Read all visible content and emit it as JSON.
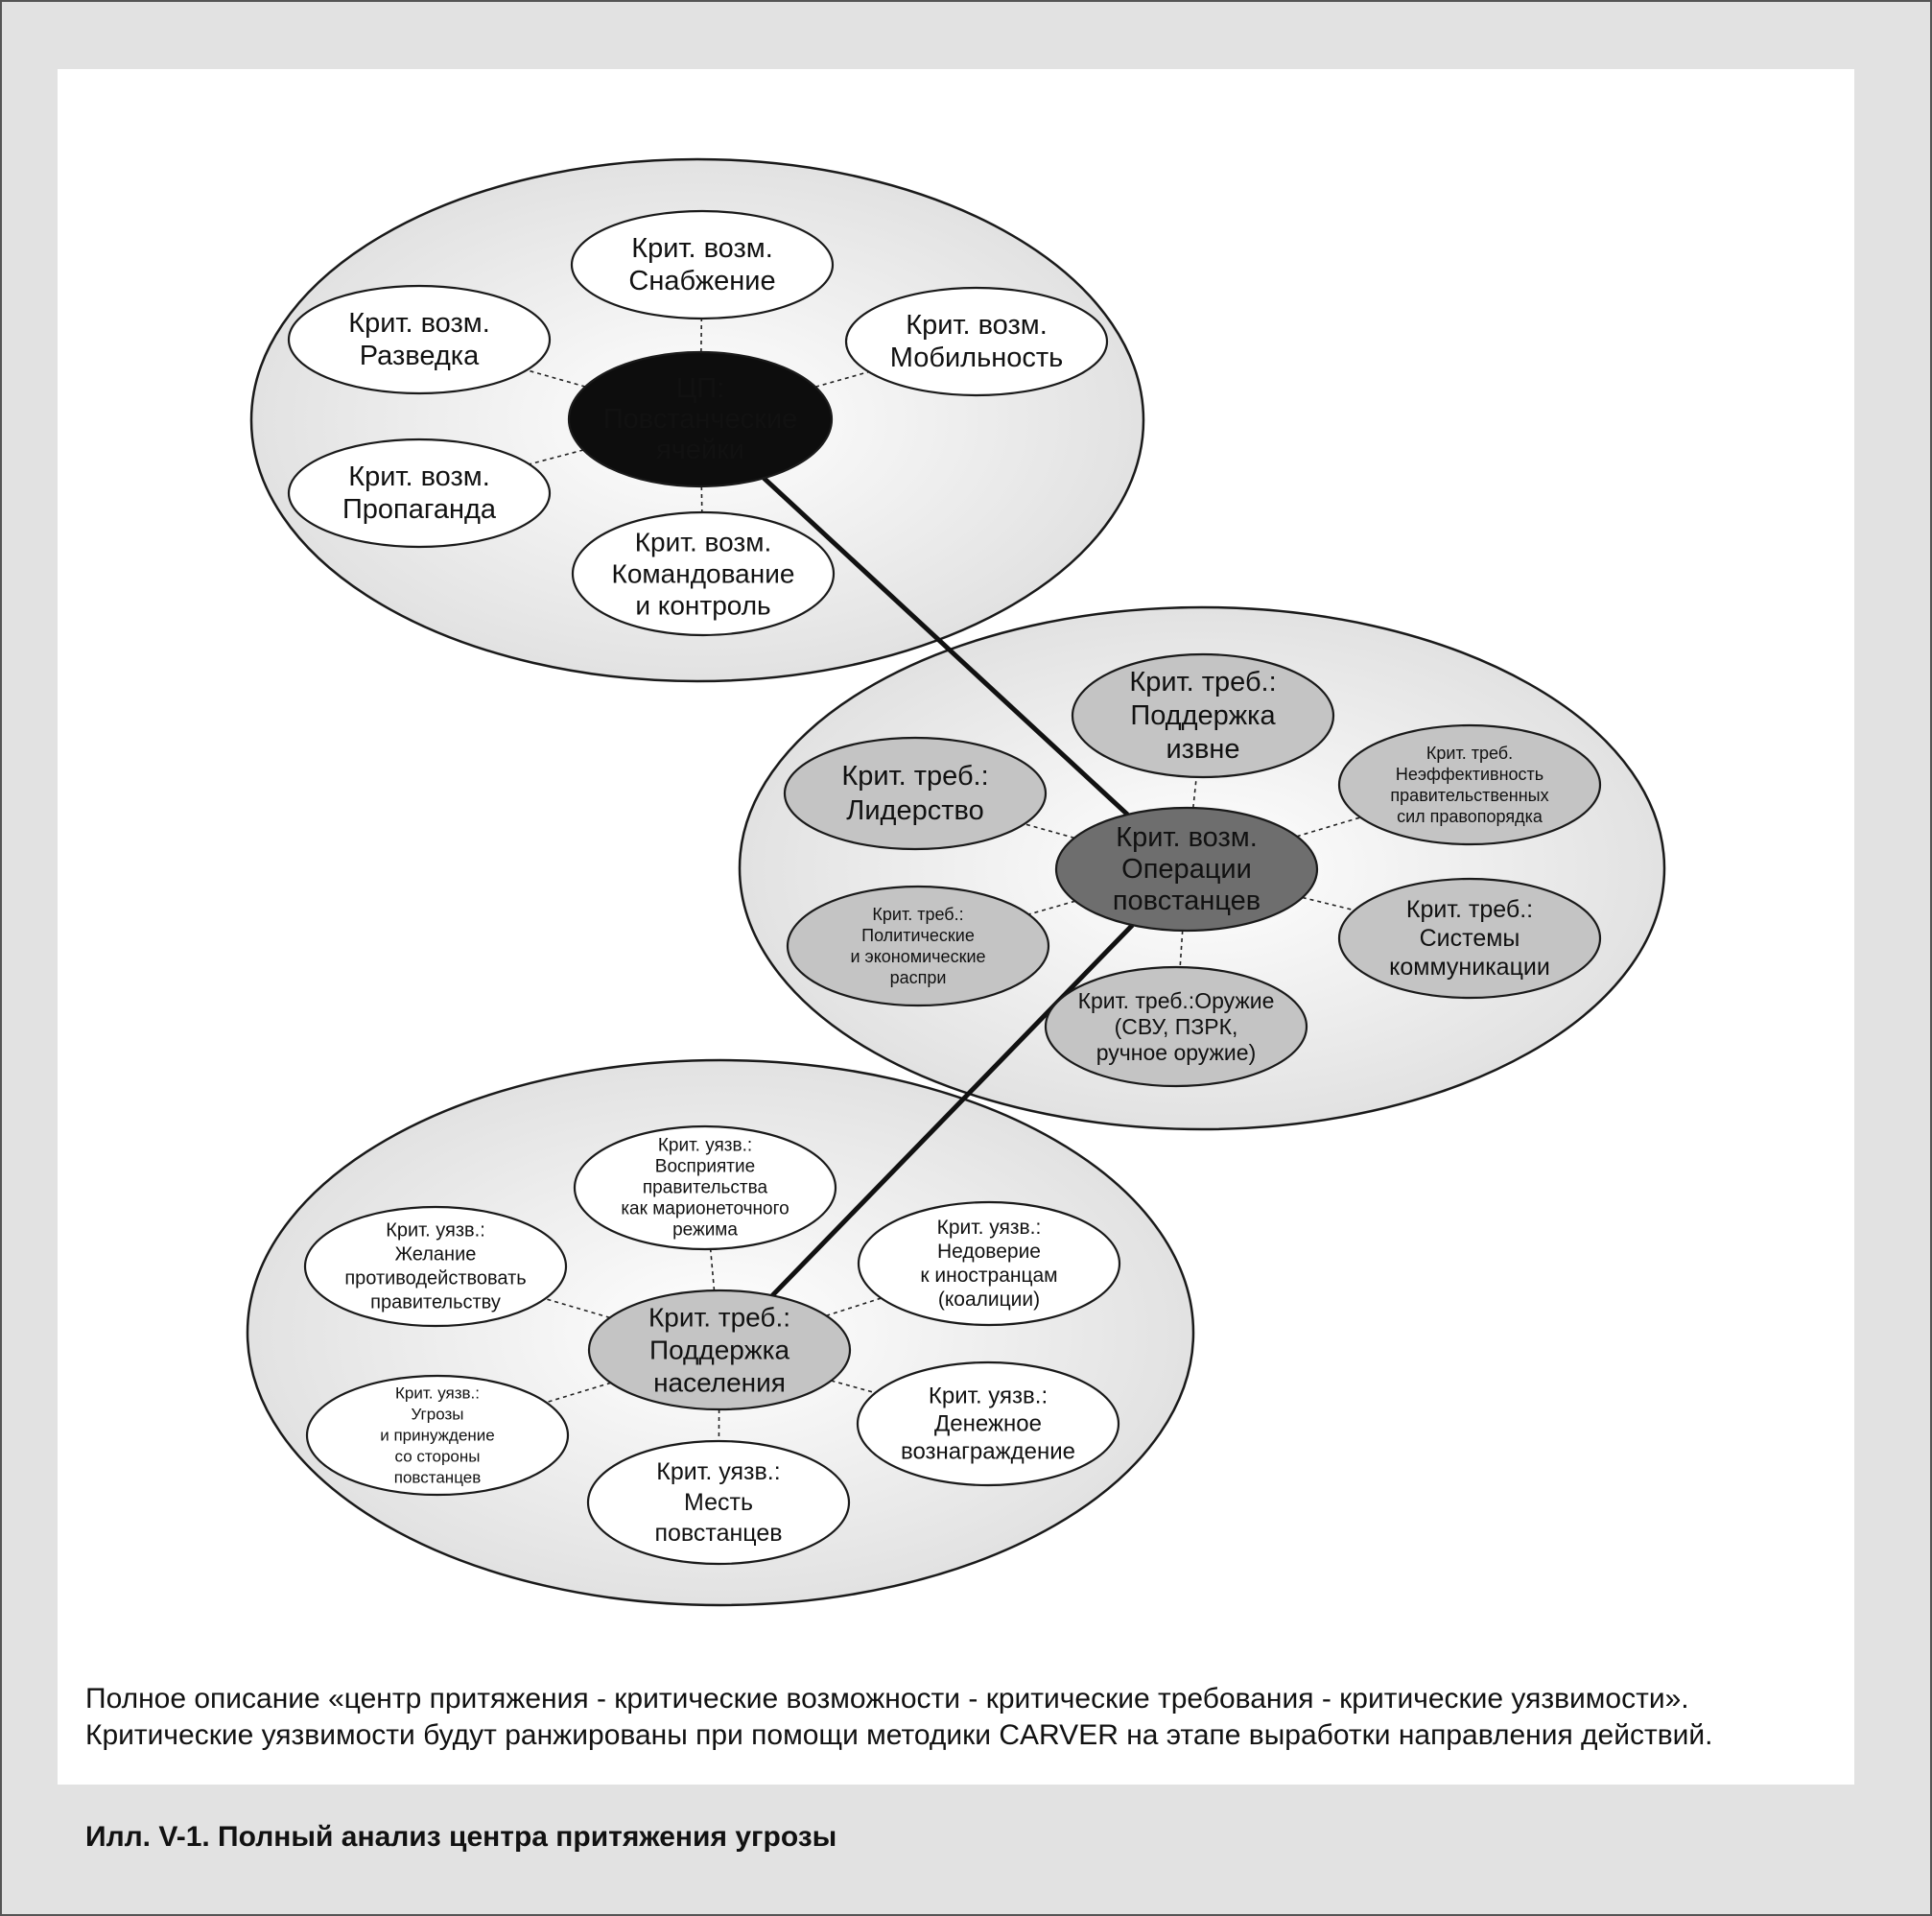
{
  "description": [
    "Полное описание «центр притяжения - критические возможности - критические требования - критические уязвимости».",
    "Критические уязвимости будут ранжированы при помощи методики CARVER на этапе выработки направления действий."
  ],
  "caption": "Илл. V-1. Полный анализ центра притяжения угрозы",
  "colors": {
    "center_of_gravity": "#0d0d0d",
    "capability_center": "#6e6e6e",
    "requirement": "#c4c4c4",
    "capability": "#ffffff",
    "vulnerability": "#ffffff",
    "group_fill": "#ededed"
  },
  "groups": [
    {
      "center": {
        "lines": [
          "ЦП:",
          "Повстанческие",
          "ячейки"
        ]
      },
      "satellites": [
        {
          "lines": [
            "Крит. возм.",
            "Снабжение"
          ]
        },
        {
          "lines": [
            "Крит. возм.",
            "Разведка"
          ]
        },
        {
          "lines": [
            "Крит. возм.",
            "Мобильность"
          ]
        },
        {
          "lines": [
            "Крит. возм.",
            "Пропаганда"
          ]
        },
        {
          "lines": [
            "Крит. возм.",
            "Командование",
            "и контроль"
          ]
        }
      ]
    },
    {
      "center": {
        "lines": [
          "Крит. возм.",
          "Операции",
          "повстанцев"
        ]
      },
      "satellites": [
        {
          "lines": [
            "Крит. треб.:",
            "Поддержка",
            "извне"
          ]
        },
        {
          "lines": [
            "Крит. треб.:",
            "Лидерство"
          ]
        },
        {
          "lines": [
            "Крит. треб.",
            "Неэффективность",
            "правительственных",
            "сил правопорядка"
          ]
        },
        {
          "lines": [
            "Крит. треб.:",
            "Политические",
            "и экономические",
            "распри"
          ]
        },
        {
          "lines": [
            "Крит. треб.:",
            "Системы",
            "коммуникации"
          ]
        },
        {
          "lines": [
            "Крит. треб.:Оружие",
            "(СВУ, ПЗРК,",
            "ручное оружие)"
          ]
        }
      ]
    },
    {
      "center": {
        "lines": [
          "Крит. треб.:",
          "Поддержка",
          "населения"
        ]
      },
      "satellites": [
        {
          "lines": [
            "Крит. уязв.:",
            "Восприятие",
            "правительства",
            "как марионеточного",
            "режима"
          ]
        },
        {
          "lines": [
            "Крит. уязв.:",
            "Желание",
            "противодействовать",
            "правительству"
          ]
        },
        {
          "lines": [
            "Крит. уязв.:",
            "Недоверие",
            "к иностранцам",
            "(коалиции)"
          ]
        },
        {
          "lines": [
            "Крит. уязв.:",
            "Угрозы",
            "и принуждение",
            "со стороны",
            "повстанцев"
          ]
        },
        {
          "lines": [
            "Крит. уязв.:",
            "Денежное",
            "вознаграждение"
          ]
        },
        {
          "lines": [
            "Крит. уязв.:",
            "Месть",
            "повстанцев"
          ]
        }
      ]
    }
  ]
}
